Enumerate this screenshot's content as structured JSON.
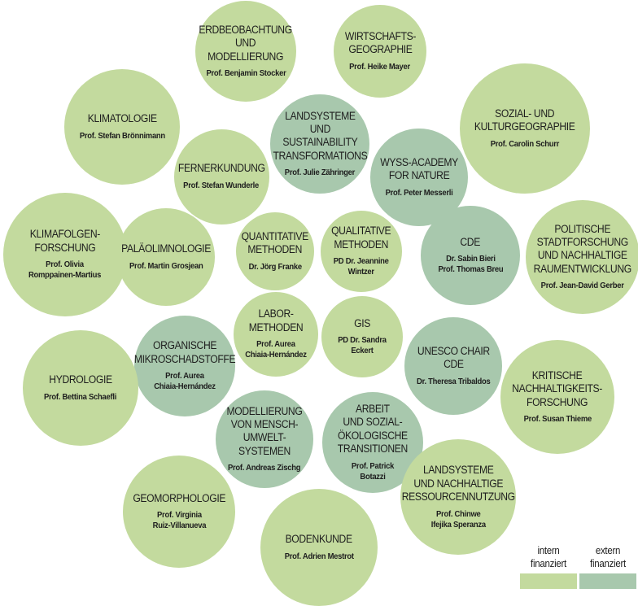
{
  "units": [
    {
      "name": "Erdbeobachtung\nund Modellierung",
      "prof": "Prof. Benjamin Stocker",
      "type": "intern"
    },
    {
      "name": "Wirtschafts-\ngeographie",
      "prof": "Prof. Heike Mayer",
      "type": "intern"
    },
    {
      "name": "Klimatologie",
      "prof": "Prof. Stefan Brönnimann",
      "type": "intern"
    },
    {
      "name": "Landsysteme\nund Sustainability\nTransformations",
      "prof": "Prof. Julie Zähringer",
      "type": "extern"
    },
    {
      "name": "Sozial- und\nKulturgeographie",
      "prof": "Prof. Carolin Schurr",
      "type": "intern"
    },
    {
      "name": "Fernerkundung",
      "prof": "Prof. Stefan Wunderle",
      "type": "intern"
    },
    {
      "name": "Wyss-Academy\nfor Nature",
      "prof": "Prof. Peter Messerli",
      "type": "extern"
    },
    {
      "name": "Klimafolgen-\nforschung",
      "prof": "Prof. Olivia\nRomppainen-Martius",
      "type": "intern"
    },
    {
      "name": "Paläolimnologie",
      "prof": "Prof. Martin Grosjean",
      "type": "intern"
    },
    {
      "name": "Quantitative\nMethoden",
      "prof": "Dr. Jörg Franke",
      "type": "intern"
    },
    {
      "name": "Qualitative\nMethoden",
      "prof": "PD Dr. Jeannine\nWintzer",
      "type": "intern"
    },
    {
      "name": "CDE",
      "prof": "Dr. Sabin Bieri\nProf. Thomas Breu",
      "type": "extern"
    },
    {
      "name": "Politische\nStadtforschung\nund nachhaltige\nRaumentwicklung",
      "prof": "Prof. Jean-David Gerber",
      "type": "intern"
    },
    {
      "name": "Labor-\nmethoden",
      "prof": "Prof. Aurea\nChiaia-Hernández",
      "type": "intern"
    },
    {
      "name": "GIS",
      "prof": "PD Dr. Sandra Eckert",
      "type": "intern"
    },
    {
      "name": "Organische\nMikroschadstoffe",
      "prof": "Prof. Aurea\nChiaia-Hernández",
      "type": "extern"
    },
    {
      "name": "Unesco Chair\nCDE",
      "prof": "Dr. Theresa Tribaldos",
      "type": "extern"
    },
    {
      "name": "Hydrologie",
      "prof": "Prof. Bettina Schaefli",
      "type": "intern"
    },
    {
      "name": "Kritische\nNachhaltigkeits-\nforschung",
      "prof": "Prof. Susan Thieme",
      "type": "intern"
    },
    {
      "name": "Modellierung\nvon Mensch-\nUmwelt-Systemen",
      "prof": "Prof. Andreas Zischg",
      "type": "extern"
    },
    {
      "name": "Arbeit\nund sozial-\nökologische\nTransitionen",
      "prof": "Prof. Patrick\nBotazzi",
      "type": "extern"
    },
    {
      "name": "Geomorphologie",
      "prof": "Prof. Virginia\nRuiz-Villanueva",
      "type": "intern"
    },
    {
      "name": "Landsysteme\nund nachhaltige\nRessourcennutzung",
      "prof": "Prof. Chinwe\nIfejika Speranza",
      "type": "intern"
    },
    {
      "name": "Bodenkunde",
      "prof": "Prof. Adrien Mestrot",
      "type": "intern"
    }
  ],
  "legend": {
    "intern_label": "intern\nfinanziert",
    "extern_label": "extern\nfinanziert",
    "intern_color": "#c3da9e",
    "extern_color": "#a8c8ad"
  }
}
